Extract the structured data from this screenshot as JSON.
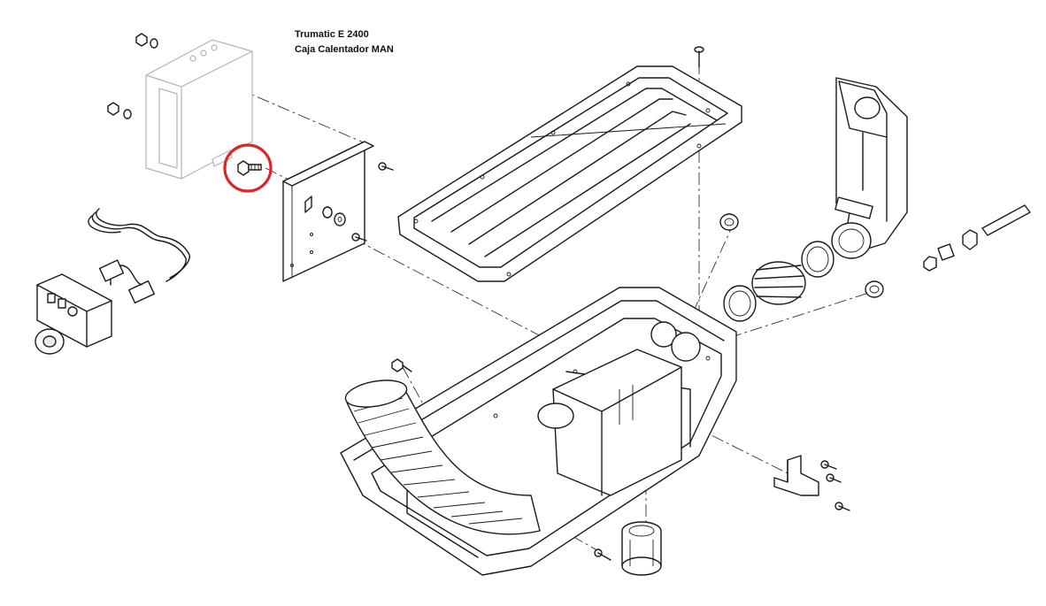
{
  "title": {
    "line1": "Trumatic E 2400",
    "line2": "Caja Calentador MAN"
  },
  "highlight": {
    "shape": "circle",
    "color": "#d9262c"
  },
  "colors": {
    "ink": "#1a1a1a",
    "faded_part": "#b3b3b3",
    "background": "#ffffff"
  }
}
